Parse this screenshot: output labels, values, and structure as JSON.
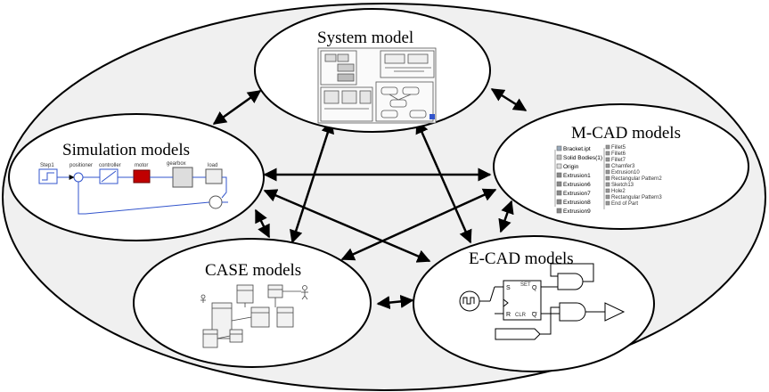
{
  "nodes": {
    "system": {
      "title": "System model"
    },
    "simulation": {
      "title": "Simulation models",
      "blocks": [
        "Step1",
        "positioner",
        "controller",
        "motor",
        "gearbox",
        "load"
      ]
    },
    "mcad": {
      "title": "M-CAD models",
      "tree_left": [
        "Bracket.ipt",
        "Solid Bodies(1)",
        "Origin",
        "Extrusion1",
        "Extrusion6",
        "Extrusion7",
        "Extrusion8",
        "Extrusion9"
      ],
      "tree_right": [
        "Fillet5",
        "Fillet6",
        "Fillet7",
        "Chamfer3",
        "Extrusion10",
        "Rectangular Pattern2",
        "Sketch13",
        "Hole2",
        "Rectangular Pattern3",
        "End of Part"
      ]
    },
    "case": {
      "title": "CASE models"
    },
    "ecad": {
      "title": "E-CAD models",
      "ff_labels": [
        "S",
        "SET",
        "Q",
        "R",
        "CLR",
        "Q"
      ]
    }
  },
  "colors": {
    "stroke": "#000000",
    "outer_fill": "#f0f0f0",
    "node_fill": "#ffffff",
    "sim_blue": "#3355cc"
  }
}
